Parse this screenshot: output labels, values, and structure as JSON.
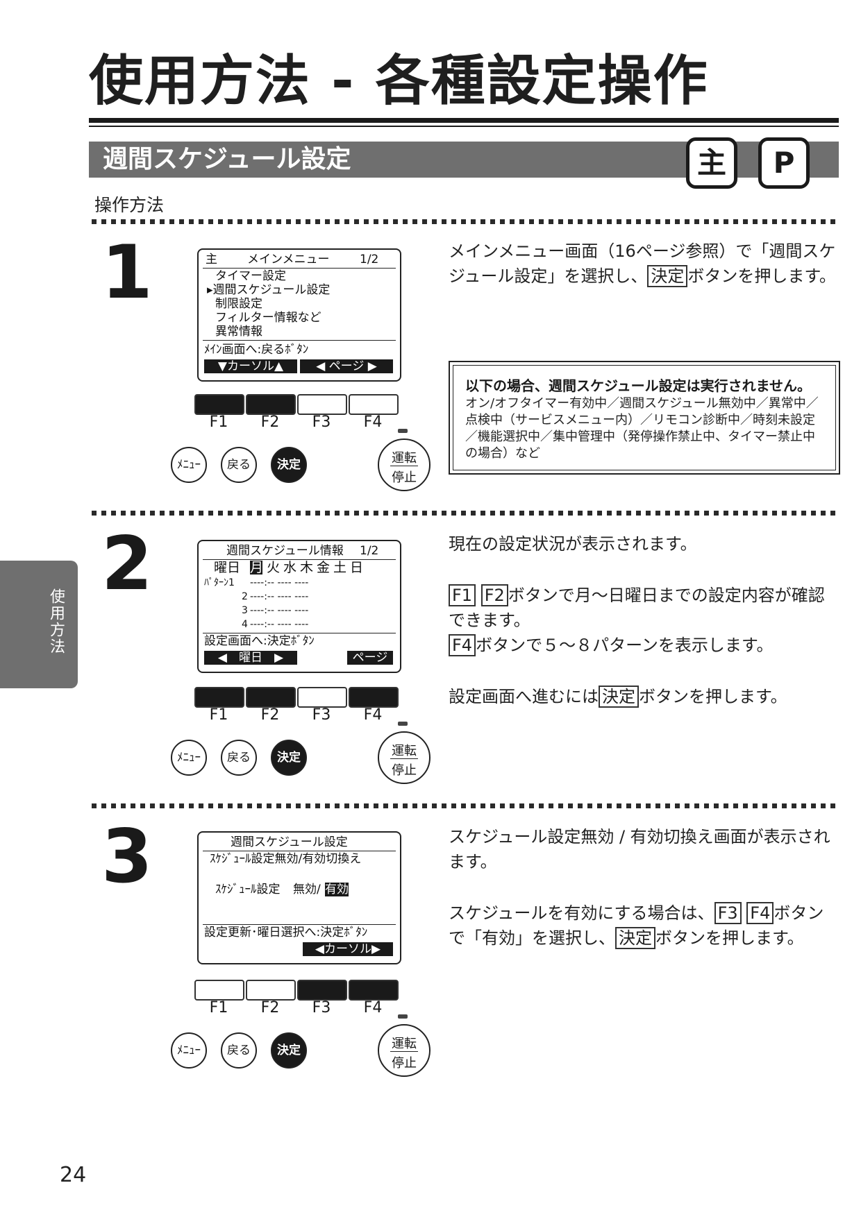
{
  "page_title": "使用方法 - 各種設定操作",
  "section_title": "週間スケジュール設定",
  "badges": [
    "主",
    "P"
  ],
  "subheading": "操作方法",
  "side_tab": "使用方法",
  "page_number": "24",
  "keys": {
    "f_labels": [
      "F1",
      "F2",
      "F3",
      "F4"
    ],
    "menu": "ﾒﾆｭｰ",
    "back": "戻る",
    "enter": "決定",
    "run_top": "運転",
    "run_bottom": "停止"
  },
  "step1": {
    "number": "1",
    "lcd": {
      "header_left": "主",
      "header_title": "メインメニュー",
      "header_page": "1/2",
      "items": [
        "タイマー設定",
        "▸週間スケジュール設定",
        "制限設定",
        "フィルター情報など",
        "異常情報"
      ],
      "hint": "ﾒｲﾝ画面へ:戻るﾎﾞﾀﾝ",
      "bar_left": "▼カーソル▲",
      "bar_right": "◀ ページ ▶"
    },
    "fkeys_on": [
      true,
      true,
      false,
      false
    ],
    "desc_a": "メインメニュー画面（16ページ参照）で「週間スケジュール設定」を選択し、",
    "desc_key": "決定",
    "desc_b": "ボタンを押します。",
    "note_title": "以下の場合、週間スケジュール設定は実行されません。",
    "note_body": "オン/オフタイマー有効中／週間スケジュール無効中／異常中／点検中（サービスメニュー内）／リモコン診断中／時刻未設定／機能選択中／集中管理中（発停操作禁止中、タイマー禁止中の場合）など"
  },
  "step2": {
    "number": "2",
    "lcd": {
      "title": "週間スケジュール情報",
      "page": "1/2",
      "day_label": "曜日",
      "days": [
        "月",
        "火",
        "水",
        "木",
        "金",
        "土",
        "日"
      ],
      "pattern_label": "ﾊﾟﾀｰﾝ1",
      "rows": [
        {
          "label": "ﾊﾟﾀｰﾝ1",
          "text": "----:--  ----      ----"
        },
        {
          "label": "2",
          "text": "----:--  ----      ----"
        },
        {
          "label": "3",
          "text": "----:--  ----      ----"
        },
        {
          "label": "4",
          "text": "----:--  ----      ----"
        }
      ],
      "hint": "設定画面へ:決定ﾎﾞﾀﾝ",
      "bar_left": "◀　曜日　▶",
      "bar_right": "ページ"
    },
    "fkeys_on": [
      true,
      true,
      false,
      true
    ],
    "desc1": "現在の設定状況が表示されます。",
    "key_f1": "F1",
    "key_f2": "F2",
    "desc2": "ボタンで月～日曜日までの設定内容が確認できます。",
    "key_f4": "F4",
    "desc3": "ボタンで５～８パターンを表示します。",
    "desc4_a": "設定画面へ進むには",
    "desc4_key": "決定",
    "desc4_b": "ボタンを押します。"
  },
  "step3": {
    "number": "3",
    "lcd": {
      "title": "週間スケジュール設定",
      "subtitle": "ｽｹｼﾞｭｰﾙ設定無効/有効切換え",
      "setting_label": "ｽｹｼﾞｭｰﾙ設定",
      "option_off": "無効/",
      "option_on": "有効",
      "hint": "設定更新･曜日選択へ:決定ﾎﾞﾀﾝ",
      "bar_right": "◀カーソル▶"
    },
    "fkeys_on": [
      false,
      false,
      true,
      true
    ],
    "desc1": "スケジュール設定無効 / 有効切換え画面が表示されます。",
    "desc2_a": "スケジュールを有効にする場合は、",
    "key_f3": "F3",
    "key_f4": "F4",
    "desc2_b": "ボタンで「有効」を選択し、",
    "desc2_key": "決定",
    "desc2_c": "ボタンを押します。"
  }
}
